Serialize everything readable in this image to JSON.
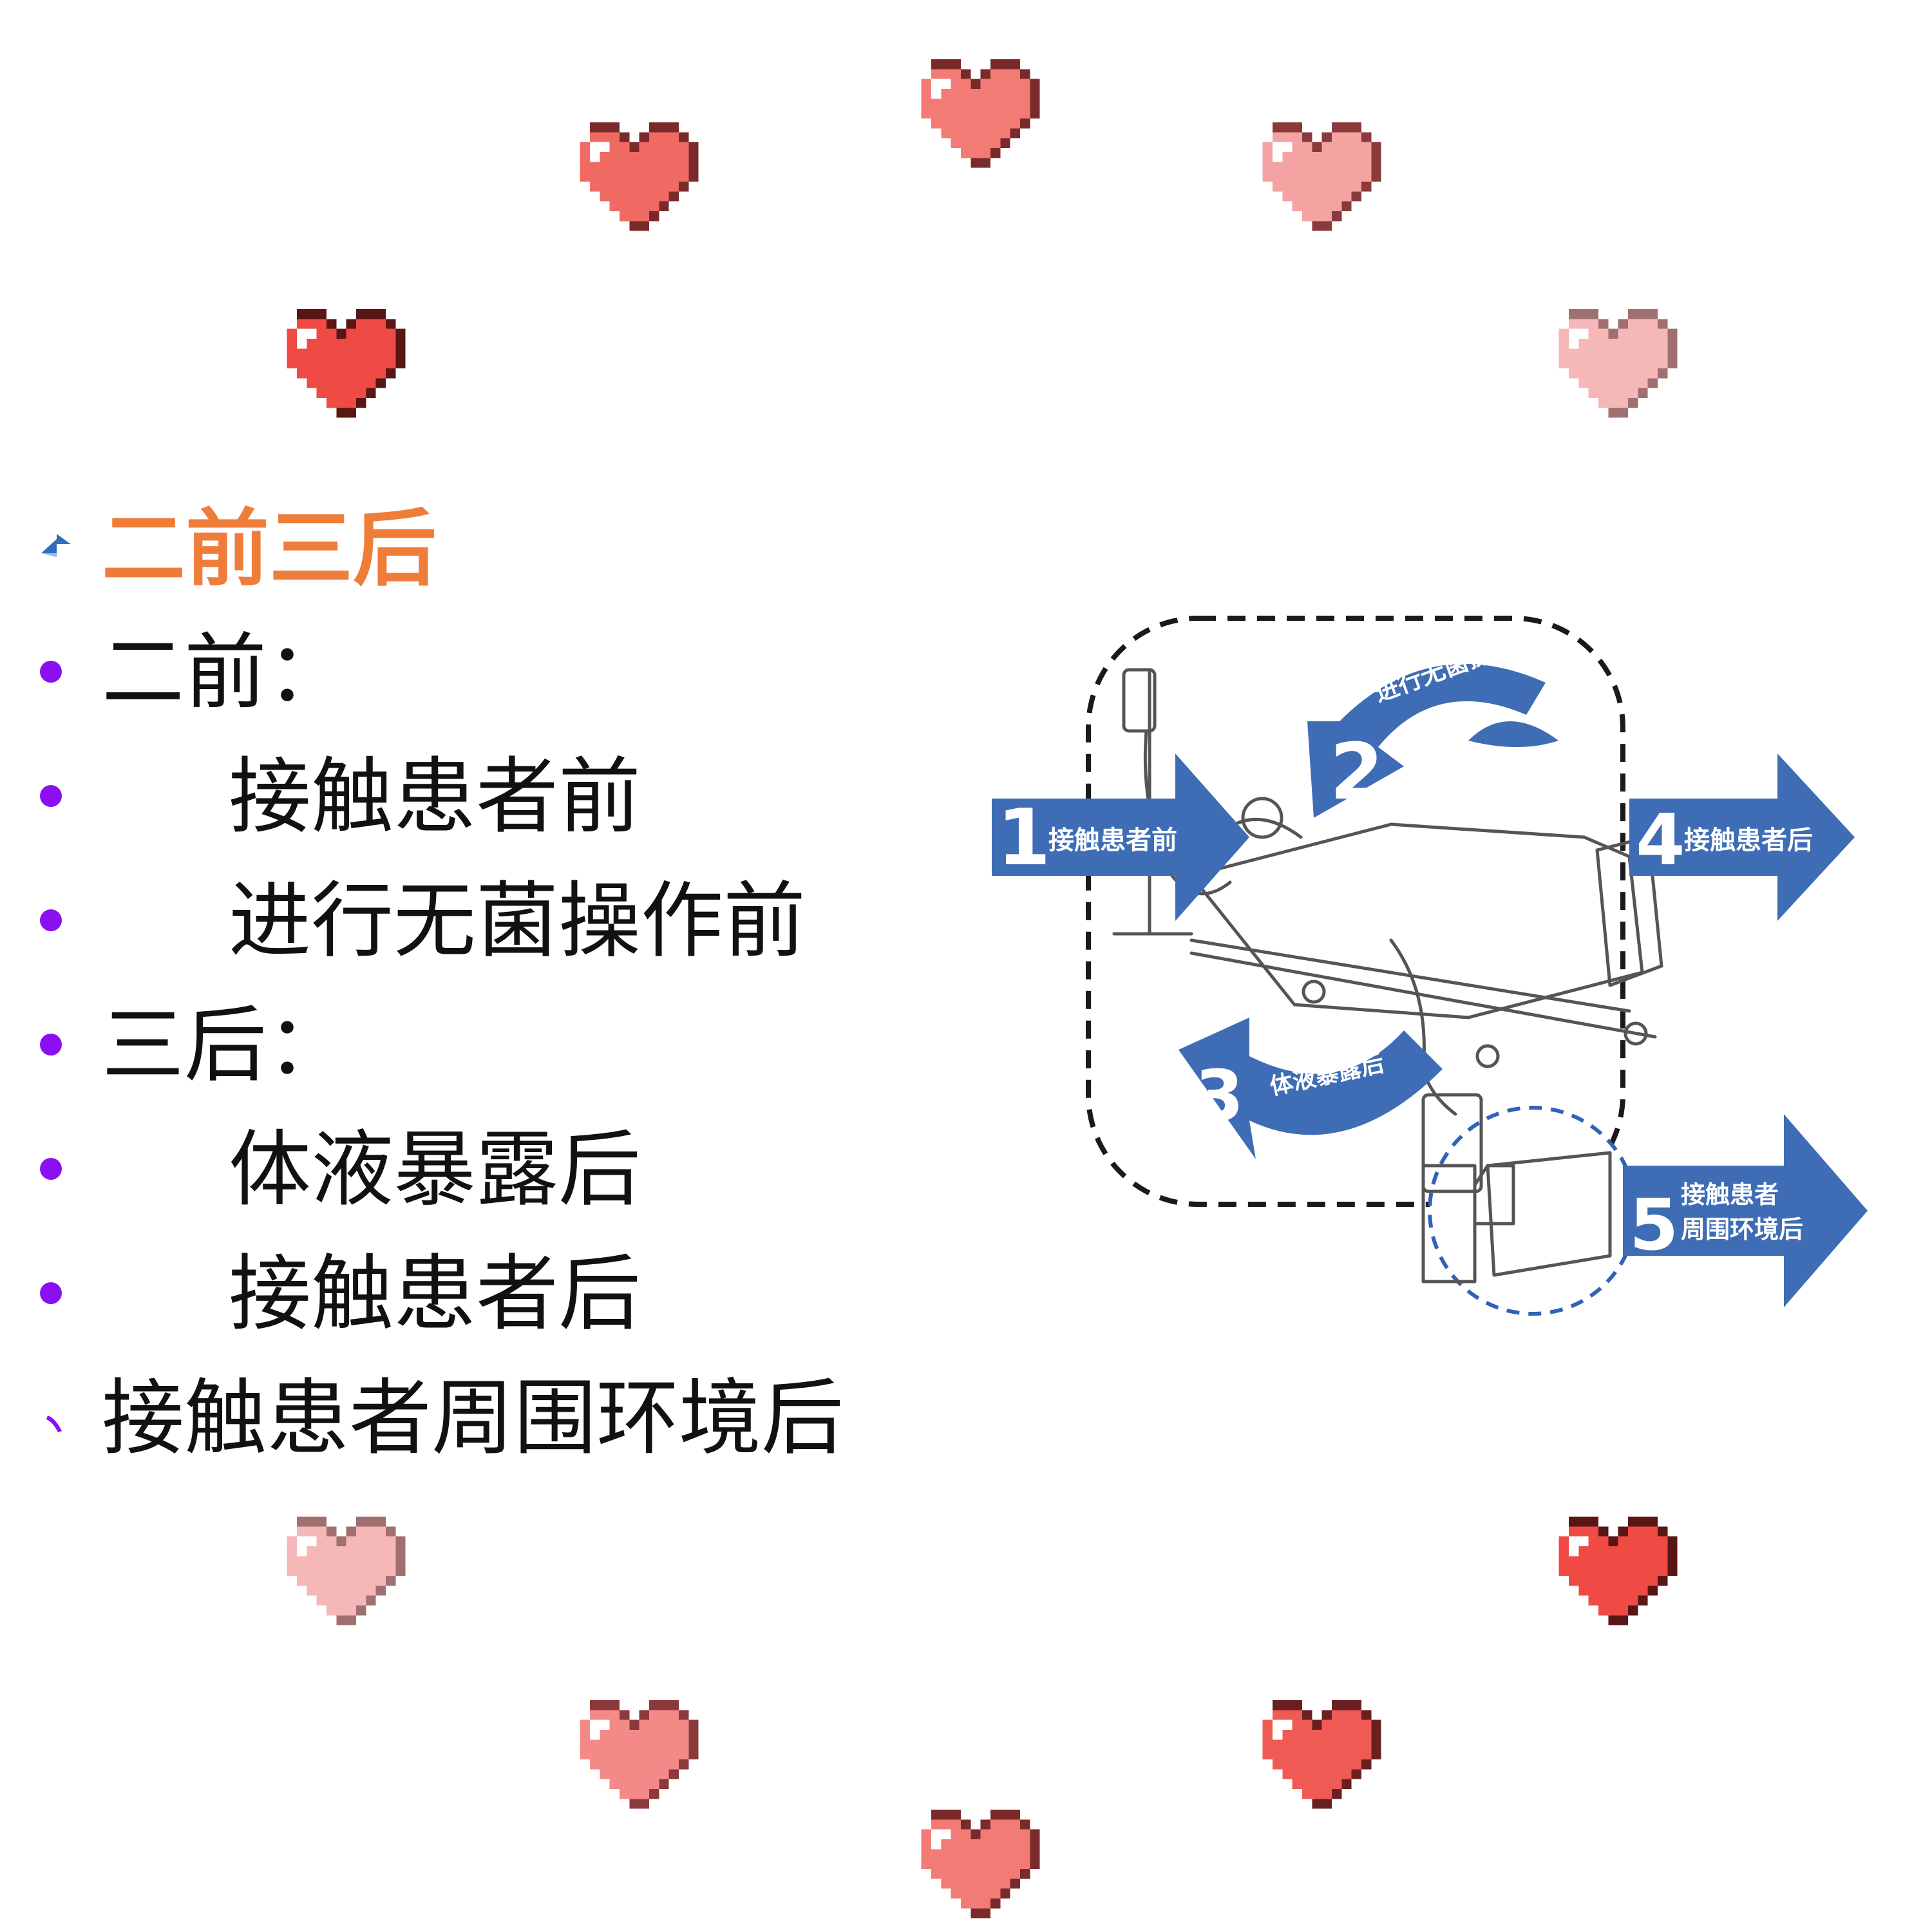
{
  "heading": "二前三后",
  "items": [
    {
      "level": 0,
      "text": "二前："
    },
    {
      "level": 1,
      "text": "接触患者前"
    },
    {
      "level": 1,
      "text": "进行无菌操作前"
    },
    {
      "level": 0,
      "text": "三后："
    },
    {
      "level": 1,
      "text": "体液暴露后"
    },
    {
      "level": 1,
      "text": "接触患者后"
    },
    {
      "level": 0,
      "text": "接触患者周围环境后"
    }
  ],
  "diagram": {
    "moments": [
      {
        "number": "1",
        "label": "接触患者前"
      },
      {
        "number": "2",
        "label": "进行无菌操作前"
      },
      {
        "number": "3",
        "label": "体液暴露后"
      },
      {
        "number": "4",
        "label": "接触患者后"
      },
      {
        "number": "5",
        "label_line1": "接触患者",
        "label_line2": "周围环境后"
      }
    ]
  },
  "colors": {
    "heading": "#ef7d3a",
    "bullet": "#8b10f0",
    "arrow": "#3e6db5",
    "hearts": [
      "#f06a64",
      "#f48a88",
      "#f5a2a3",
      "#ef4a44",
      "#f6b7b9"
    ]
  },
  "icons": [
    "pixel-heart-icon",
    "blue-arrow-bullet-icon",
    "hospital-bed-illustration"
  ]
}
